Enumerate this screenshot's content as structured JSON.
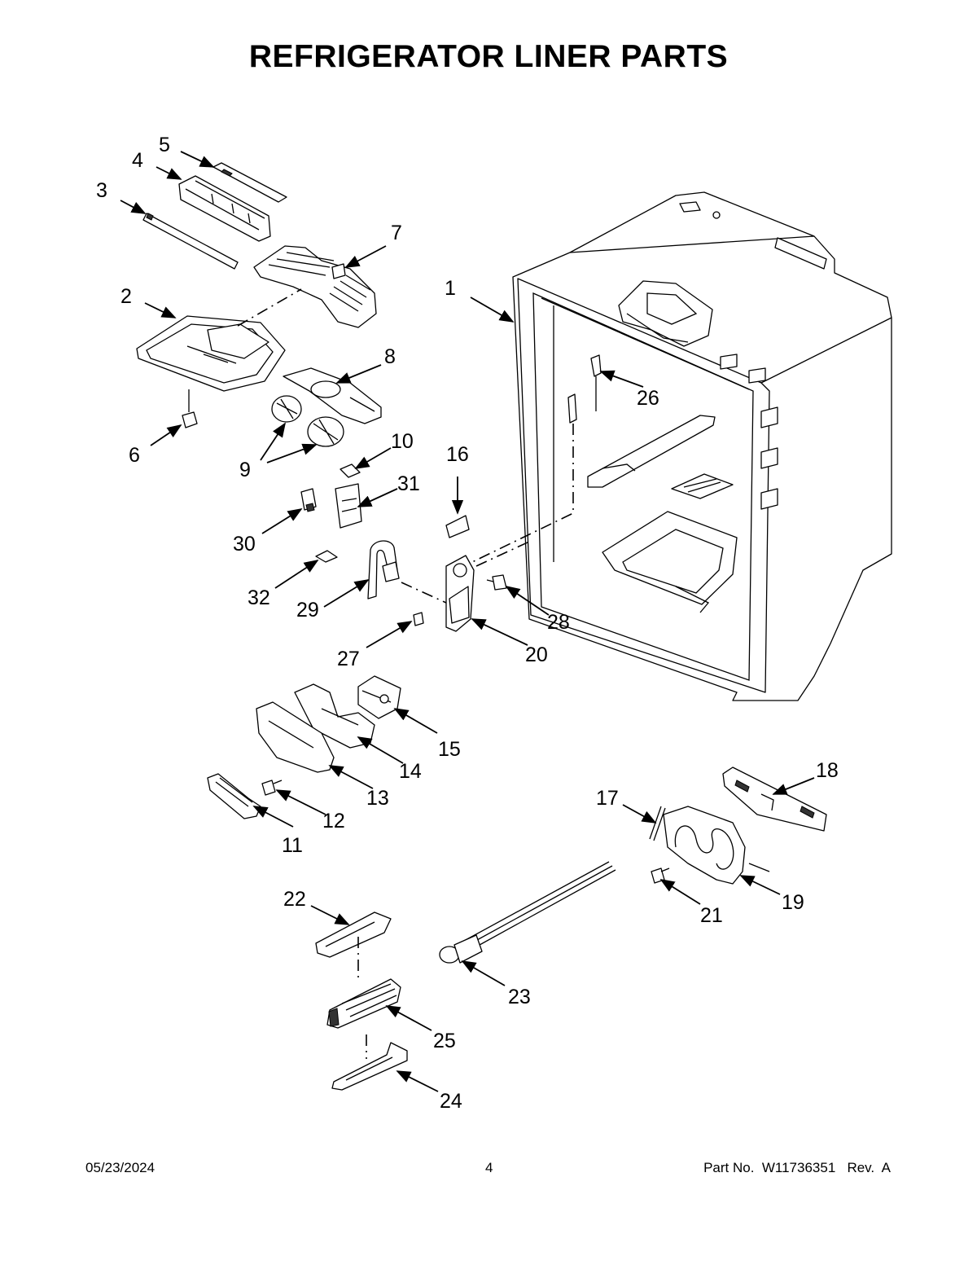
{
  "title": "REFRIGERATOR LINER PARTS",
  "footer": {
    "date": "05/23/2024",
    "page": "4",
    "part_no": "Part No.  W11736351   Rev.  A"
  },
  "callouts": [
    "1",
    "2",
    "3",
    "4",
    "5",
    "6",
    "7",
    "8",
    "9",
    "10",
    "11",
    "12",
    "13",
    "14",
    "15",
    "16",
    "17",
    "18",
    "19",
    "20",
    "21",
    "22",
    "23",
    "24",
    "25",
    "26",
    "27",
    "28",
    "29",
    "30",
    "31",
    "32"
  ]
}
